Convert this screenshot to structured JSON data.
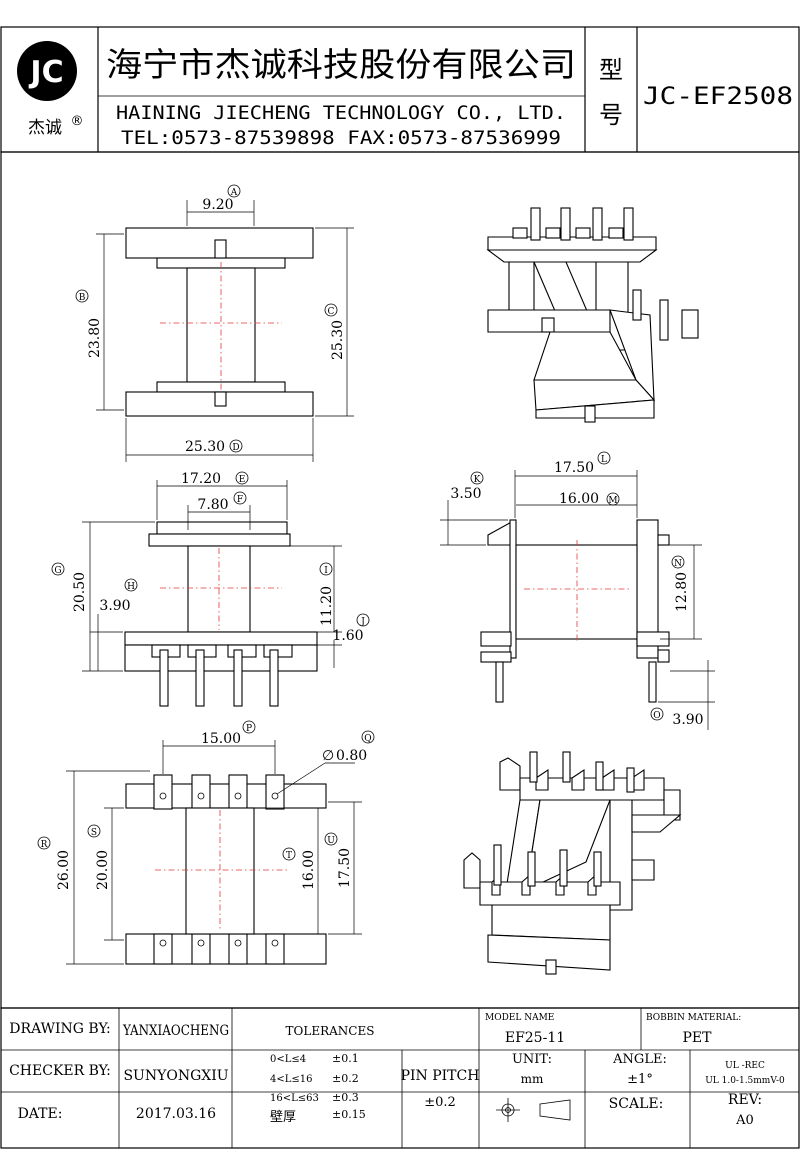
{
  "title_block": {
    "logo_text": "JC",
    "logo_sub": "杰诚",
    "registered": "®",
    "company_cn": "海宁市杰诚科技股份有限公司",
    "company_en": "HAINING JIECHENG TECHNOLOGY CO., LTD.",
    "contact": "TEL:0573-87539898   FAX:0573-87536999",
    "model_label_1": "型",
    "model_label_2": "号",
    "model_no": "JC-EF2508"
  },
  "dims": {
    "A": "9.20",
    "B": "23.80",
    "C": "25.30",
    "D": "25.30",
    "E": "17.20",
    "F": "7.80",
    "G": "20.50",
    "H": "3.90",
    "I": "11.20",
    "J": "1.60",
    "K": "3.50",
    "L": "17.50",
    "M": "16.00",
    "N": "12.80",
    "O": "3.90",
    "P": "15.00",
    "Q": "0.80",
    "R": "26.00",
    "S": "20.00",
    "T": "16.00",
    "U": "17.50"
  },
  "markers": {
    "A": "A",
    "B": "B",
    "C": "C",
    "D": "D",
    "E": "E",
    "F": "F",
    "G": "G",
    "H": "H",
    "I": "I",
    "J": "J",
    "K": "K",
    "L": "L",
    "M": "M",
    "N": "N",
    "O": "O",
    "P": "P",
    "Q": "Q",
    "R": "R",
    "S": "S",
    "T": "T",
    "U": "U"
  },
  "diameter_symbol": "∅",
  "footer": {
    "drawing_by_label": "DRAWING  BY:",
    "drawing_by": "YANXIAOCHENG",
    "checker_by_label": "CHECKER  BY:",
    "checker_by": "SUNYONGXIU",
    "date_label": "DATE:",
    "date": "2017.03.16",
    "tolerances_label": "TOLERANCES",
    "tol_rows": [
      {
        "range": "0<L≤4",
        "value": "±0.1"
      },
      {
        "range": "4<L≤16",
        "value": "±0.2"
      },
      {
        "range": "16<L≤63",
        "value": "±0.3"
      },
      {
        "range": "壁厚",
        "value": "±0.15"
      }
    ],
    "pin_pitch_label": "PIN PITCH",
    "pin_pitch": "±0.2",
    "model_name_label": "MODEL NAME",
    "model_name": "EF25-11",
    "unit_label": "UNIT:",
    "unit": "mm",
    "angle_label": "ANGLE:",
    "angle": "±1°",
    "bobbin_material_label": "BOBBIN MATERIAL:",
    "bobbin_material": "PET",
    "ul_line1": "UL -REC",
    "ul_line2": "UL  1.0-1.5mmV-0",
    "scale_label": "SCALE:",
    "rev_label": "REV:",
    "rev": "A0"
  }
}
